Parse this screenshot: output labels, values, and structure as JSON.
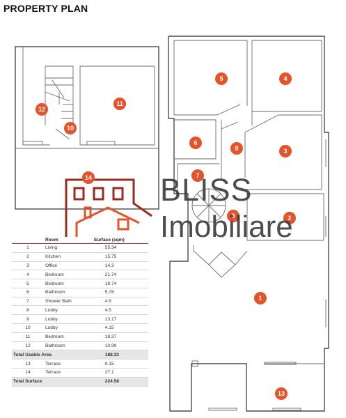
{
  "page": {
    "title": "PROPERTY PLAN"
  },
  "logo": {
    "line1": "BLISS",
    "line2": "Imobiliare",
    "color": "#9b2b1e"
  },
  "markers": {
    "color": "#e4532a",
    "labels": [
      "1",
      "2",
      "3",
      "4",
      "5",
      "6",
      "7",
      "8",
      "9",
      "10",
      "11",
      "12",
      "13",
      "14"
    ]
  },
  "table": {
    "headers": {
      "num": "",
      "room": "Room",
      "surface": "Surface (sqm)"
    },
    "rows": [
      {
        "num": "1",
        "room": "Living",
        "surface": "55.34"
      },
      {
        "num": "2",
        "room": "Kitchen",
        "surface": "15.75"
      },
      {
        "num": "3",
        "room": "Office",
        "surface": "14.3"
      },
      {
        "num": "4",
        "room": "Bedroom",
        "surface": "21.74"
      },
      {
        "num": "5",
        "room": "Bedroom",
        "surface": "19.74"
      },
      {
        "num": "6",
        "room": "Bathroom",
        "surface": "5.78"
      },
      {
        "num": "7",
        "room": "Shower Bath",
        "surface": "4.5"
      },
      {
        "num": "8",
        "room": "Lobby",
        "surface": "4.5"
      },
      {
        "num": "9",
        "room": "Lobby",
        "surface": "13.17"
      },
      {
        "num": "10",
        "room": "Lobby",
        "surface": "4.15"
      },
      {
        "num": "11",
        "room": "Bedroom",
        "surface": "18.37"
      },
      {
        "num": "12",
        "room": "Bathroom",
        "surface": "10.99"
      }
    ],
    "usable_total": {
      "label": "Total Usable Area",
      "surface": "188.33"
    },
    "extra_rows": [
      {
        "num": "13",
        "room": "Terrace",
        "surface": "9.15"
      },
      {
        "num": "14",
        "room": "Terrace",
        "surface": "27.1"
      }
    ],
    "grand_total": {
      "label": "Total Surface",
      "surface": "224.58"
    }
  }
}
